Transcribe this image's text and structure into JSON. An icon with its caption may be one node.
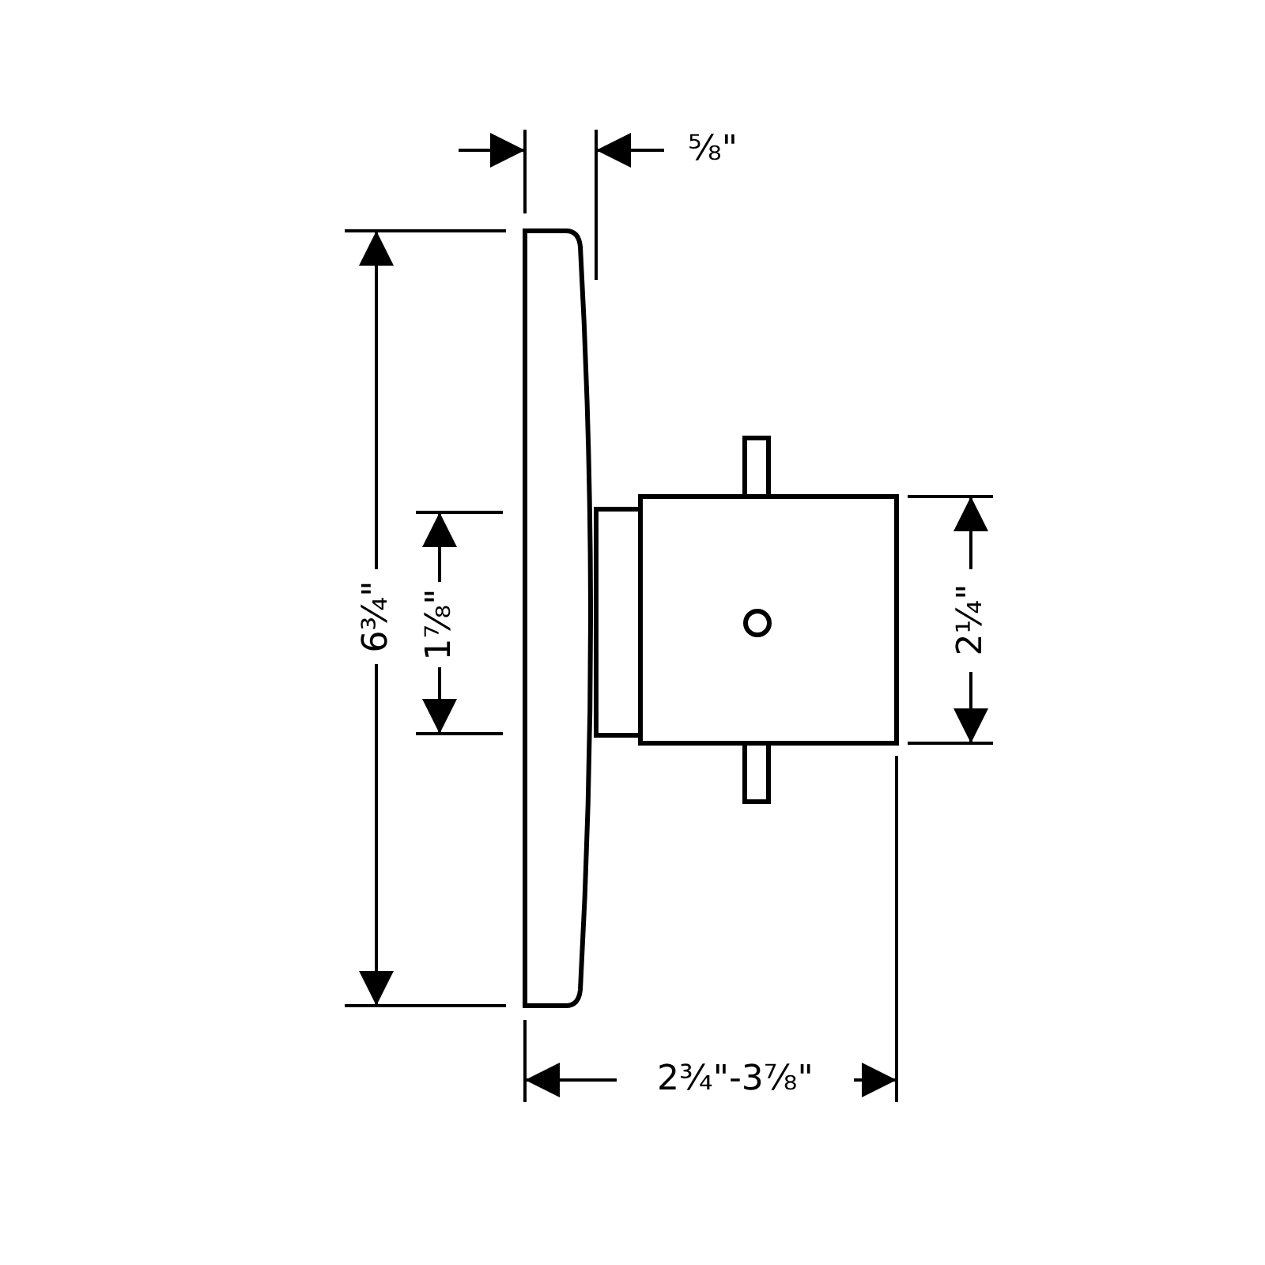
{
  "diagram": {
    "labels": [
      "⅝\"",
      "6¾\"",
      "1⅞\"",
      "2¼\"",
      "2¾\"-3⅞\""
    ]
  }
}
